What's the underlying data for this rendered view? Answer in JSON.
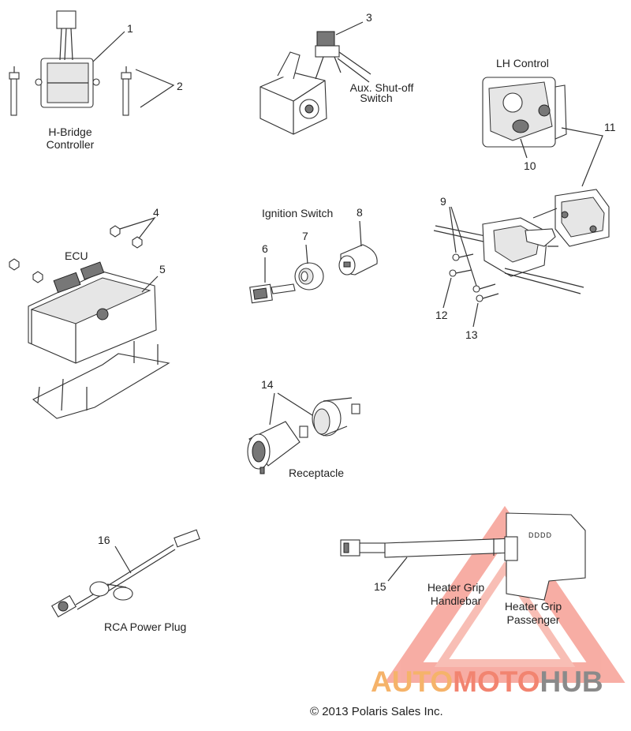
{
  "callouts": {
    "n1": "1",
    "n2": "2",
    "n3": "3",
    "n4": "4",
    "n5": "5",
    "n6": "6",
    "n7": "7",
    "n8": "8",
    "n9": "9",
    "n10": "10",
    "n11": "11",
    "n12": "12",
    "n13": "13",
    "n14": "14",
    "n15": "15",
    "n16": "16"
  },
  "labels": {
    "h_bridge_line1": "H-Bridge",
    "h_bridge_line2": "Controller",
    "aux_line1": "Aux. Shut-off",
    "aux_line2": "Switch",
    "lh_control": "LH Control",
    "ecu": "ECU",
    "ignition_switch": "Ignition Switch",
    "receptacle": "Receptacle",
    "rca_power_plug": "RCA Power Plug",
    "heater_handlebar_line1": "Heater Grip",
    "heater_handlebar_line2": "Handlebar",
    "heater_passenger_line1": "Heater Grip",
    "heater_passenger_line2": "Passenger"
  },
  "watermark": {
    "part1": "AUTO",
    "part2": "MOTO",
    "part3": "HUB",
    "colors": {
      "auto": "#f5b36a",
      "moto": "#f28470",
      "hub": "#8a8a8a"
    }
  },
  "copyright": "© 2013 Polaris Sales Inc.",
  "grip_code": "DDDD"
}
